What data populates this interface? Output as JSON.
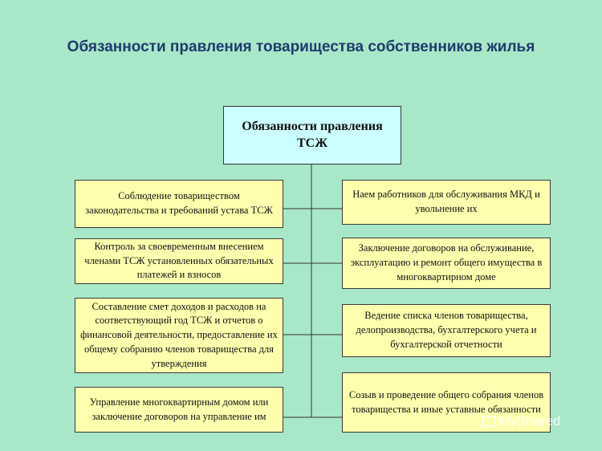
{
  "title": "Обязанности правления товарищества собственников жилья",
  "root": {
    "line1": "Обязанности правления",
    "line2": "ТСЖ"
  },
  "left": [
    "Соблюдение товариществом законодательства и требований устава ТСЖ",
    "Контроль за своевременным внесением членами ТСЖ установленных обязательных платежей и взносов",
    "Составление смет доходов и расходов на соответствующий год ТСЖ и отчетов о финансовой деятельности, предоставление их общему собранию членов товарищества для утверждения",
    "Управление многоквартирным домом или заключение договоров на управление им"
  ],
  "right": [
    "Наем работников для обслуживания МКД и увольнение их",
    "Заключение договоров на обслуживание, эксплуатацию и ремонт общего имущества в многоквартирном доме",
    "Ведение списка членов товарищества, делопроизводства, бухгалтерского учета и бухгалтерской отчетности",
    "Созыв и проведение общего собрания членов товарищества и иные уставные обязанности"
  ],
  "watermark": "MyShared",
  "colors": {
    "background": "#a8e8c8",
    "box": "#ffffb0",
    "root": "#ccffff",
    "title": "#1f3a6e"
  }
}
